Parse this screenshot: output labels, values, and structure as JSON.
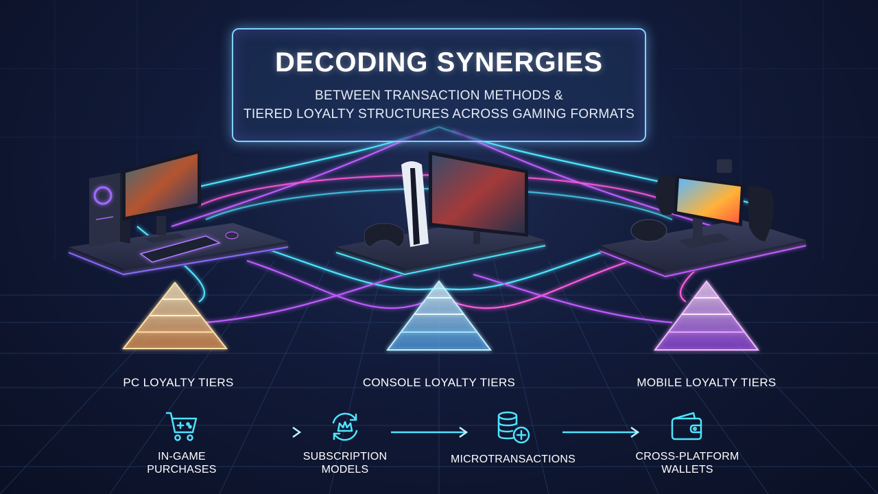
{
  "title": {
    "main": "DECODING SYNERGIES",
    "line1": "BETWEEN TRANSACTION METHODS &",
    "line2": "TIERED LOYALTY STRUCTURES ACROSS GAMING FORMATS"
  },
  "platforms": [
    {
      "name": "pc",
      "tier_label": "PC LOYALTY TIERS",
      "color": "#ffc98a"
    },
    {
      "name": "console",
      "tier_label": "CONSOLE LOYALTY TIERS",
      "color": "#8fe3ff"
    },
    {
      "name": "mobile",
      "tier_label": "MOBILE LOYALTY TIERS",
      "color": "#e08cff"
    }
  ],
  "flow": [
    {
      "label_line1": "IN-GAME",
      "label_line2": "PURCHASES",
      "icon": "shopping-cart-icon"
    },
    {
      "label_line1": "SUBSCRIPTION",
      "label_line2": "MODELS",
      "icon": "crown-cycle-icon"
    },
    {
      "label_line1": "MICROTRANSACTIONS",
      "label_line2": "",
      "icon": "coin-stack-icon"
    },
    {
      "label_line1": "CROSS-PLATFORM",
      "label_line2": "WALLETS",
      "icon": "wallet-icon"
    }
  ],
  "colors": {
    "accent_cyan": "#4fe3ff",
    "accent_purple": "#c05cff",
    "accent_pink": "#ff5ce0"
  }
}
